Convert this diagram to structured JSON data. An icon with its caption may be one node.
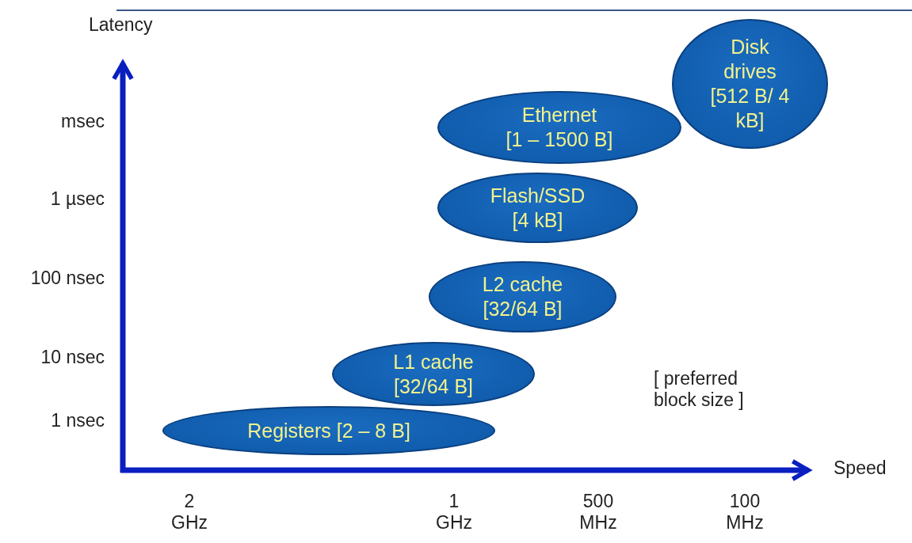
{
  "diagram": {
    "nodes": [
      {
        "text": [
          "Disk drives",
          "[512 B/ 4 kB]"
        ]
      },
      {
        "text": [
          "Ethernet",
          "[1 – 1500 B]"
        ]
      },
      {
        "text": [
          "Flash/SSD",
          "[4 kB]"
        ]
      },
      {
        "text": [
          "L2 cache",
          "[32/64 B]"
        ]
      },
      {
        "text": [
          "L1 cache",
          "[32/64 B]"
        ]
      },
      {
        "text": [
          "Registers [2 – 8 B]"
        ]
      }
    ],
    "labels": [
      "Latency",
      "msec",
      "1 µsec",
      "100 nsec",
      "10 nsec",
      "[ preferred block size ]",
      "1 nsec",
      "Speed",
      "2 GHz",
      "1 GHz",
      "500 MHz",
      "100 MHz"
    ]
  }
}
